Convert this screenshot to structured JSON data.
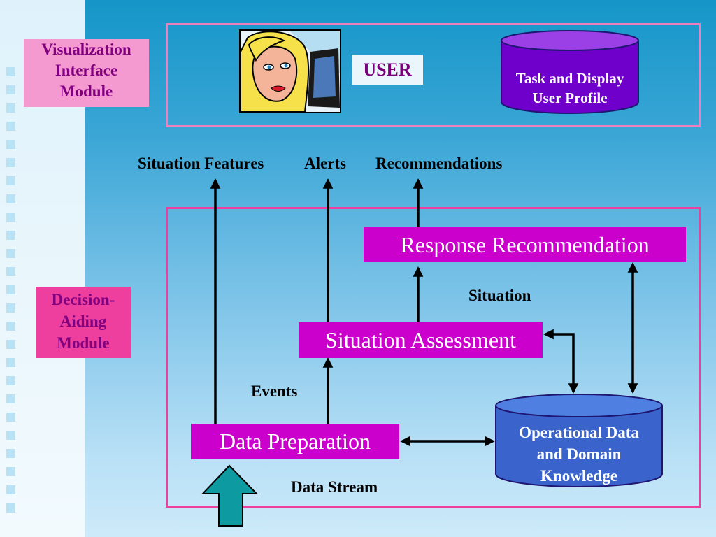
{
  "modules": {
    "visualization": "Visualization\nInterface\nModule",
    "decision": "Decision-\nAiding\nModule"
  },
  "user_label": "USER",
  "profile_db": "Task and Display\nUser Profile",
  "flow_labels": {
    "situation_features": "Situation Features",
    "alerts": "Alerts",
    "recommendations": "Recommendations",
    "situation": "Situation",
    "events": "Events",
    "data_stream": "Data Stream"
  },
  "boxes": {
    "response": "Response Recommendation",
    "assessment": "Situation Assessment",
    "preparation": "Data Preparation"
  },
  "knowledge_db": "Operational Data\nand Domain\nKnowledge",
  "colors": {
    "magenta_box": "#cc00cc",
    "pink_label": "#f59ad0",
    "pink_frame": "#f07fc0",
    "magenta_frame": "#ee3f9e",
    "purple_cylinder": "#6f00cc",
    "blue_cylinder": "#3a64cc",
    "teal_arrow": "#0d9aa0"
  }
}
